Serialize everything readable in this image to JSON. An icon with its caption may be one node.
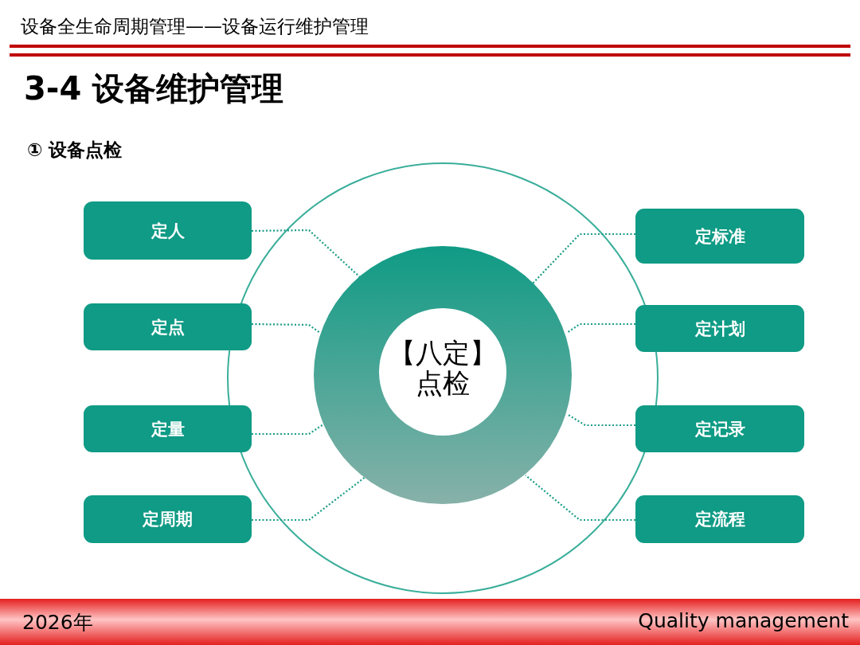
{
  "diagram": {
    "title": "3-4 设备维护管理",
    "nodes": [
      {
        "text": [
          "【八定】点检"
        ]
      },
      {
        "text": [
          "定人"
        ]
      },
      {
        "text": [
          "定标准"
        ]
      },
      {
        "text": [
          "定点"
        ]
      },
      {
        "text": [
          "定计划"
        ]
      },
      {
        "text": [
          "定量"
        ]
      },
      {
        "text": [
          "定记录"
        ]
      },
      {
        "text": [
          "定周期"
        ]
      },
      {
        "text": [
          "定流程"
        ]
      }
    ],
    "edges": [
      {
        "from": 1,
        "to": 0,
        "arrow": "none",
        "style": "dashed"
      },
      {
        "from": 2,
        "to": 0,
        "arrow": "none",
        "style": "dashed"
      },
      {
        "from": 3,
        "to": 0,
        "arrow": "none",
        "style": "dashed"
      },
      {
        "from": 4,
        "to": 0,
        "arrow": "none",
        "style": "dashed"
      },
      {
        "from": 5,
        "to": 0,
        "arrow": "none",
        "style": "dashed"
      },
      {
        "from": 6,
        "to": 0,
        "arrow": "none",
        "style": "dashed"
      },
      {
        "from": 7,
        "to": 0,
        "arrow": "none",
        "style": "dashed"
      },
      {
        "from": 8,
        "to": 0,
        "arrow": "none",
        "style": "dashed"
      }
    ],
    "labels": [
      "设备全生命周期管理——设备运行维护管理",
      "① 设备点检",
      "2026年",
      "Quality management"
    ]
  }
}
